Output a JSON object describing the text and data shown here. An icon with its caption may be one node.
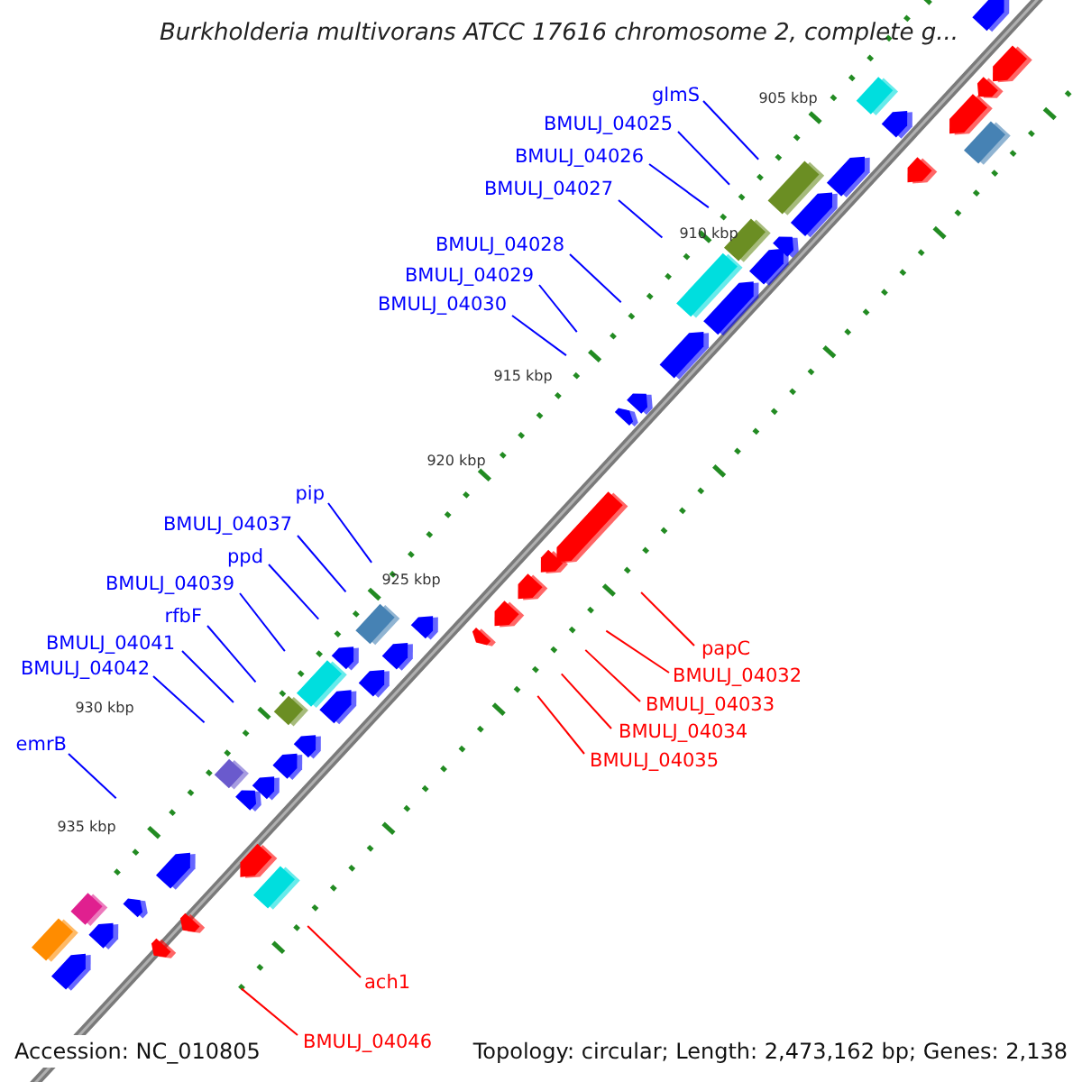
{
  "diagram": {
    "title": "Burkholderia multivorans ATCC 17616 chromosome 2, complete g...",
    "nodes": [
      {
        "text": [
          "glmS"
        ]
      },
      {
        "text": [
          "BMULJ_04025"
        ]
      },
      {
        "text": [
          "BMULJ_04026"
        ]
      },
      {
        "text": [
          "BMULJ_04027"
        ]
      },
      {
        "text": [
          "BMULJ_04028"
        ]
      },
      {
        "text": [
          "BMULJ_04029"
        ]
      },
      {
        "text": [
          "BMULJ_04030"
        ]
      },
      {
        "text": [
          "pip"
        ]
      },
      {
        "text": [
          "BMULJ_04037"
        ]
      },
      {
        "text": [
          "ppd"
        ]
      },
      {
        "text": [
          "BMULJ_04039"
        ]
      },
      {
        "text": [
          "rfbF"
        ]
      },
      {
        "text": [
          "BMULJ_04041"
        ]
      },
      {
        "text": [
          "BMULJ_04042"
        ]
      },
      {
        "text": [
          "emrB"
        ]
      },
      {
        "text": [
          "papC"
        ]
      },
      {
        "text": [
          "BMULJ_04032"
        ]
      },
      {
        "text": [
          "BMULJ_04033"
        ]
      },
      {
        "text": [
          "BMULJ_04034"
        ]
      },
      {
        "text": [
          "BMULJ_04035"
        ]
      },
      {
        "text": [
          "ach1"
        ]
      },
      {
        "text": [
          "BMULJ_04046"
        ]
      }
    ],
    "edges": [
      {
        "from": 0,
        "to": null,
        "arrow": "none"
      },
      {
        "from": 1,
        "to": null,
        "arrow": "none"
      },
      {
        "from": 2,
        "to": null,
        "arrow": "none"
      },
      {
        "from": 3,
        "to": null,
        "arrow": "none"
      },
      {
        "from": 4,
        "to": null,
        "arrow": "none"
      },
      {
        "from": 5,
        "to": null,
        "arrow": "none"
      },
      {
        "from": 6,
        "to": null,
        "arrow": "none"
      },
      {
        "from": 7,
        "to": null,
        "arrow": "none"
      },
      {
        "from": 8,
        "to": null,
        "arrow": "none"
      },
      {
        "from": 9,
        "to": null,
        "arrow": "none"
      },
      {
        "from": 10,
        "to": null,
        "arrow": "none"
      },
      {
        "from": 11,
        "to": null,
        "arrow": "none"
      },
      {
        "from": 12,
        "to": null,
        "arrow": "none"
      },
      {
        "from": 13,
        "to": null,
        "arrow": "none"
      },
      {
        "from": 14,
        "to": null,
        "arrow": "none"
      },
      {
        "from": 15,
        "to": null,
        "arrow": "none",
        "color": "#ff0000"
      },
      {
        "from": 16,
        "to": null,
        "arrow": "none",
        "color": "#ff0000"
      },
      {
        "from": 17,
        "to": null,
        "arrow": "none",
        "color": "#ff0000"
      },
      {
        "from": 18,
        "to": null,
        "arrow": "none",
        "color": "#ff0000"
      },
      {
        "from": 19,
        "to": null,
        "arrow": "none",
        "color": "#ff0000"
      },
      {
        "from": 20,
        "to": null,
        "arrow": "none",
        "color": "#ff0000"
      },
      {
        "from": 21,
        "to": null,
        "arrow": "none",
        "color": "#ff0000"
      }
    ],
    "labels": [
      "905 kbp",
      "910 kbp",
      "915 kbp",
      "920 kbp",
      "925 kbp",
      "930 kbp",
      "935 kbp",
      "Accession: NC_010805",
      "Topology: circular; Length: 2,473,162 bp; Genes: 2,138"
    ]
  }
}
